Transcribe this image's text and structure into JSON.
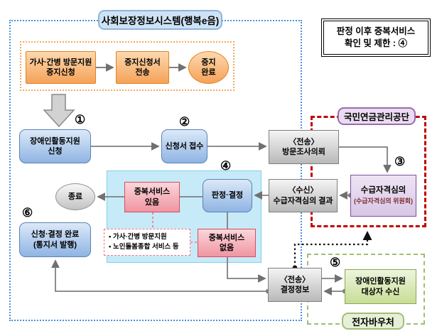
{
  "regions": {
    "social_security_label": "사회보장정보시스템(행복e음)",
    "pension_label": "국민연금관리공단",
    "voucher_label": "전자바우처"
  },
  "note": {
    "text": "판정 이후 중복서비스\n확인 및 제한 : ④"
  },
  "steps": {
    "one": "①",
    "two": "②",
    "three": "③",
    "four": "④",
    "five": "⑤",
    "six": "⑥"
  },
  "nodes": {
    "home_care_stop": "가사·간병 방문지원\n중지신청",
    "stop_form_send": "중지신청서\n전송",
    "stop_done": "중지\n완료",
    "apply": "장애인활동지원\n신청",
    "receive_form": "신청서 접수",
    "send_visit": "〈전송〉\n방문조사의뢰",
    "eligibility_main": "수급자격심의",
    "eligibility_sub": "(수급자격심의 위원회)",
    "receive_result": "〈수신〉\n수급자격심의 결과",
    "decide": "판정·결정",
    "dup_yes": "중복서비스\n있음",
    "dup_no": "중복서비스\n없음",
    "end": "종료",
    "complete": "신청·결정 완료\n(통지서 발행)",
    "dup_list": [
      "• 가사·간병 방문지원",
      "• 노인돌봄종합 서비스 등"
    ],
    "send_decision": "〈전송〉\n결정정보",
    "target_receive": "장애인활동지원\n대상자 수신"
  },
  "colors": {
    "blue_border": "#4a90d9",
    "orange_border": "#f5a860",
    "red_border": "#c00000",
    "green_border": "#9fbe72",
    "cyan_fill": "#c7eaf8",
    "wire_gray": "#7f7f7f",
    "wire_black": "#111111",
    "wire_red_dashed": "#ef7585"
  }
}
